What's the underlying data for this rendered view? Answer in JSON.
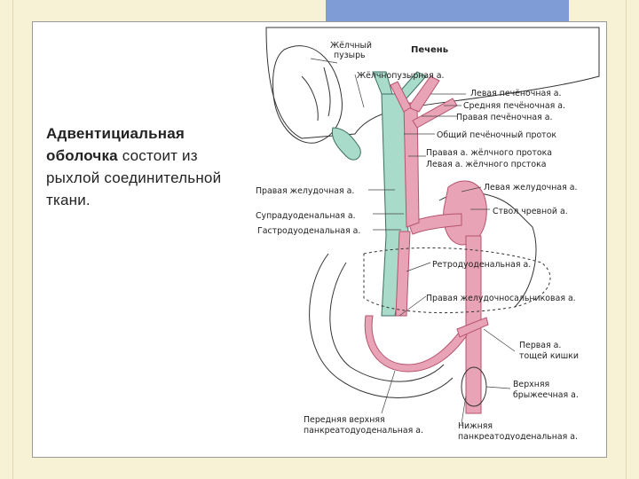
{
  "text": {
    "bold_part": "Адвентициальная оболочка",
    "rest": " состоит из рыхлой соединительной ткани."
  },
  "labels": {
    "gallbladder": [
      "Жёлчный",
      "пузырь"
    ],
    "liver": "Печень",
    "cystic_artery": "Жёлчнопузырная а.",
    "left_hepatic": "Левая печёночная а.",
    "middle_hepatic": "Средняя печёночная а.",
    "right_hepatic": "Правая печёночная а.",
    "common_hepatic_duct": "Общий печёночный проток",
    "right_bile_duct_artery": "Правая а. жёлчного протока",
    "left_bile_duct_artery": "Левая а. жёлчного прстока",
    "right_gastric": "Правая желудочная а.",
    "left_gastric": "Левая желудочная а.",
    "supraduodenal": "Супрадуоденальная а.",
    "celiac_trunk": "Ствол чревной а.",
    "gastroduodenal": "Гастродуоденальная а.",
    "retroduodenal": "Ретродуоденальная а.",
    "right_gastroepiploic": "Правая желудочносальниковая а.",
    "first_jejunal": [
      "Первая а.",
      "тощей кишки"
    ],
    "superior_mesenteric": [
      "Верхняя",
      "брыжеечная а."
    ],
    "ant_sup_pancreaticoduodenal": [
      "Передняя верхняя",
      "панкреатодуоденальная а."
    ],
    "inf_pancreaticoduodenal": [
      "Нижняя",
      "панкреатодуоденальная а."
    ]
  },
  "colors": {
    "background": "#f7f1d6",
    "accent_tab": "#7f9cd6",
    "artery": "#e9a3b7",
    "duct": "#a9dbcb"
  }
}
